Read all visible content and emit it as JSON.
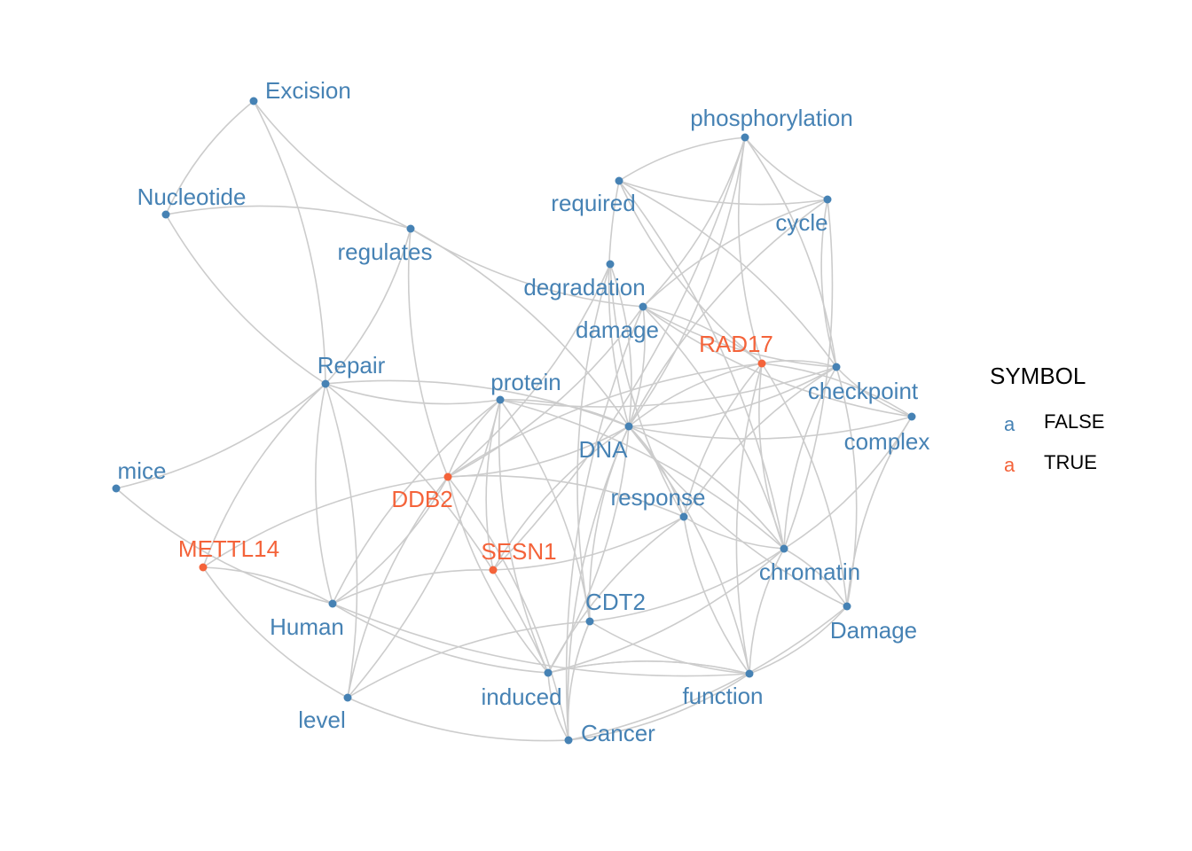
{
  "colors": {
    "false": "#4682B4",
    "true": "#F4633A",
    "edge": "#CCCCCC"
  },
  "legend": {
    "title": "SYMBOL",
    "key_glyph": "a",
    "items": [
      {
        "label": "FALSE",
        "symbol": false
      },
      {
        "label": "TRUE",
        "symbol": true
      }
    ]
  },
  "nodes": [
    {
      "id": "Excision",
      "label": "Excision",
      "symbol": false
    },
    {
      "id": "Nucleotide",
      "label": "Nucleotide",
      "symbol": false
    },
    {
      "id": "regulates",
      "label": "regulates",
      "symbol": false
    },
    {
      "id": "Repair",
      "label": "Repair",
      "symbol": false
    },
    {
      "id": "mice",
      "label": "mice",
      "symbol": false
    },
    {
      "id": "METTL14",
      "label": "METTL14",
      "symbol": true
    },
    {
      "id": "Human",
      "label": "Human",
      "symbol": false
    },
    {
      "id": "level",
      "label": "level",
      "symbol": false
    },
    {
      "id": "DDB2",
      "label": "DDB2",
      "symbol": true
    },
    {
      "id": "SESN1",
      "label": "SESN1",
      "symbol": true
    },
    {
      "id": "protein",
      "label": "protein",
      "symbol": false
    },
    {
      "id": "induced",
      "label": "induced",
      "symbol": false
    },
    {
      "id": "Cancer",
      "label": "Cancer",
      "symbol": false
    },
    {
      "id": "CDT2",
      "label": "CDT2",
      "symbol": false
    },
    {
      "id": "required",
      "label": "required",
      "symbol": false
    },
    {
      "id": "degradation",
      "label": "degradation",
      "symbol": false
    },
    {
      "id": "damage",
      "label": "damage",
      "symbol": false
    },
    {
      "id": "DNA",
      "label": "DNA",
      "symbol": false
    },
    {
      "id": "response",
      "label": "response",
      "symbol": false
    },
    {
      "id": "phosphorylation",
      "label": "phosphorylation",
      "symbol": false
    },
    {
      "id": "cycle",
      "label": "cycle",
      "symbol": false
    },
    {
      "id": "RAD17",
      "label": "RAD17",
      "symbol": true
    },
    {
      "id": "checkpoint",
      "label": "checkpoint",
      "symbol": false
    },
    {
      "id": "complex",
      "label": "complex",
      "symbol": false
    },
    {
      "id": "chromatin",
      "label": "chromatin",
      "symbol": false
    },
    {
      "id": "Damage",
      "label": "Damage",
      "symbol": false
    },
    {
      "id": "function",
      "label": "function",
      "symbol": false
    }
  ],
  "edges": [
    [
      "Excision",
      "Nucleotide"
    ],
    [
      "Excision",
      "Repair"
    ],
    [
      "Excision",
      "regulates"
    ],
    [
      "Nucleotide",
      "regulates"
    ],
    [
      "Nucleotide",
      "Repair"
    ],
    [
      "regulates",
      "Repair"
    ],
    [
      "regulates",
      "DDB2"
    ],
    [
      "regulates",
      "DNA"
    ],
    [
      "regulates",
      "damage"
    ],
    [
      "Repair",
      "mice"
    ],
    [
      "Repair",
      "Human"
    ],
    [
      "Repair",
      "level"
    ],
    [
      "Repair",
      "protein"
    ],
    [
      "Repair",
      "DNA"
    ],
    [
      "Repair",
      "METTL14"
    ],
    [
      "Repair",
      "induced"
    ],
    [
      "mice",
      "Human"
    ],
    [
      "METTL14",
      "Human"
    ],
    [
      "METTL14",
      "level"
    ],
    [
      "METTL14",
      "DDB2"
    ],
    [
      "Human",
      "DDB2"
    ],
    [
      "Human",
      "SESN1"
    ],
    [
      "Human",
      "induced"
    ],
    [
      "Human",
      "protein"
    ],
    [
      "Human",
      "function"
    ],
    [
      "level",
      "DDB2"
    ],
    [
      "level",
      "Cancer"
    ],
    [
      "level",
      "CDT2"
    ],
    [
      "level",
      "protein"
    ],
    [
      "DDB2",
      "protein"
    ],
    [
      "DDB2",
      "DNA"
    ],
    [
      "DDB2",
      "response"
    ],
    [
      "DDB2",
      "induced"
    ],
    [
      "DDB2",
      "Cancer"
    ],
    [
      "DDB2",
      "degradation"
    ],
    [
      "DDB2",
      "RAD17"
    ],
    [
      "DDB2",
      "damage"
    ],
    [
      "SESN1",
      "protein"
    ],
    [
      "SESN1",
      "response"
    ],
    [
      "SESN1",
      "DNA"
    ],
    [
      "SESN1",
      "phosphorylation"
    ],
    [
      "protein",
      "DNA"
    ],
    [
      "protein",
      "induced"
    ],
    [
      "protein",
      "chromatin"
    ],
    [
      "protein",
      "checkpoint"
    ],
    [
      "protein",
      "CDT2"
    ],
    [
      "induced",
      "Cancer"
    ],
    [
      "induced",
      "function"
    ],
    [
      "induced",
      "DNA"
    ],
    [
      "induced",
      "response"
    ],
    [
      "induced",
      "chromatin"
    ],
    [
      "Cancer",
      "CDT2"
    ],
    [
      "Cancer",
      "function"
    ],
    [
      "Cancer",
      "DNA"
    ],
    [
      "Cancer",
      "Damage"
    ],
    [
      "CDT2",
      "DNA"
    ],
    [
      "CDT2",
      "function"
    ],
    [
      "CDT2",
      "degradation"
    ],
    [
      "CDT2",
      "chromatin"
    ],
    [
      "required",
      "phosphorylation"
    ],
    [
      "required",
      "cycle"
    ],
    [
      "required",
      "checkpoint"
    ],
    [
      "required",
      "DNA"
    ],
    [
      "required",
      "chromatin"
    ],
    [
      "required",
      "RAD17"
    ],
    [
      "degradation",
      "DNA"
    ],
    [
      "degradation",
      "response"
    ],
    [
      "damage",
      "RAD17"
    ],
    [
      "damage",
      "checkpoint"
    ],
    [
      "damage",
      "DNA"
    ],
    [
      "damage",
      "Cancer"
    ],
    [
      "damage",
      "chromatin"
    ],
    [
      "damage",
      "complex"
    ],
    [
      "DNA",
      "response"
    ],
    [
      "DNA",
      "complex"
    ],
    [
      "DNA",
      "chromatin"
    ],
    [
      "DNA",
      "Damage"
    ],
    [
      "DNA",
      "RAD17"
    ],
    [
      "DNA",
      "phosphorylation"
    ],
    [
      "DNA",
      "cycle"
    ],
    [
      "DNA",
      "checkpoint"
    ],
    [
      "DNA",
      "function"
    ],
    [
      "response",
      "chromatin"
    ],
    [
      "response",
      "checkpoint"
    ],
    [
      "response",
      "function"
    ],
    [
      "response",
      "RAD17"
    ],
    [
      "phosphorylation",
      "cycle"
    ],
    [
      "phosphorylation",
      "checkpoint"
    ],
    [
      "phosphorylation",
      "RAD17"
    ],
    [
      "phosphorylation",
      "damage"
    ],
    [
      "cycle",
      "checkpoint"
    ],
    [
      "cycle",
      "chromatin"
    ],
    [
      "cycle",
      "damage"
    ],
    [
      "RAD17",
      "checkpoint"
    ],
    [
      "RAD17",
      "chromatin"
    ],
    [
      "RAD17",
      "Damage"
    ],
    [
      "RAD17",
      "function"
    ],
    [
      "RAD17",
      "complex"
    ],
    [
      "checkpoint",
      "chromatin"
    ],
    [
      "checkpoint",
      "Damage"
    ],
    [
      "checkpoint",
      "complex"
    ],
    [
      "complex",
      "chromatin"
    ],
    [
      "complex",
      "Damage"
    ],
    [
      "chromatin",
      "Damage"
    ],
    [
      "chromatin",
      "function"
    ],
    [
      "Damage",
      "function"
    ],
    [
      "function",
      "induced"
    ]
  ]
}
